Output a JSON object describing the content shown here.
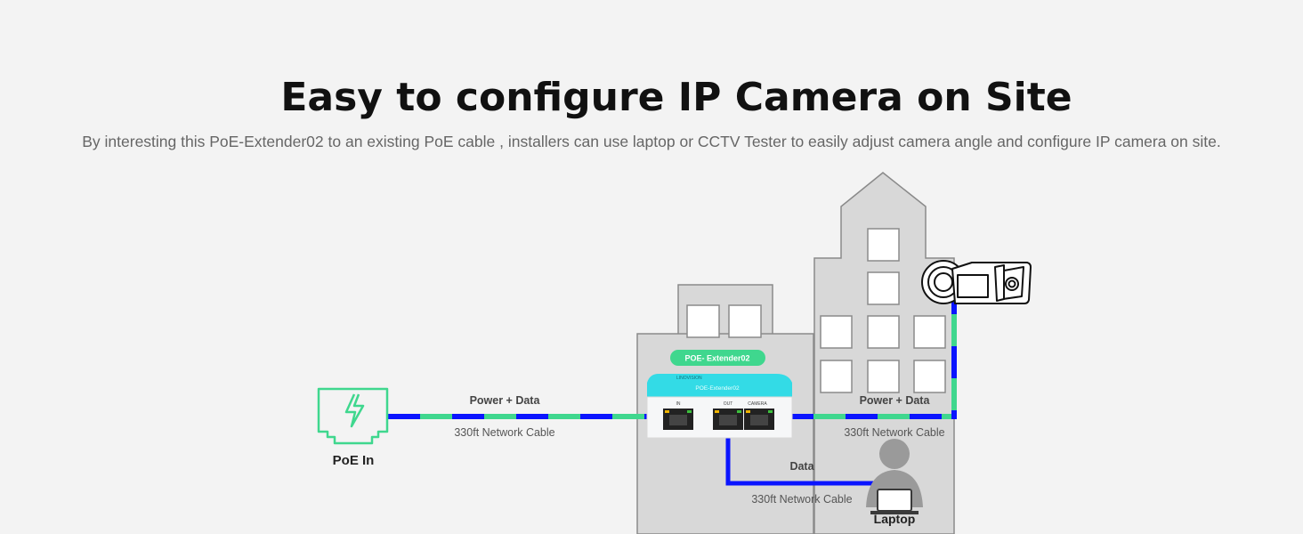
{
  "header": {
    "title": "Easy to configure IP Camera on Site",
    "subtitle": "By interesting this PoE-Extender02 to an existing PoE cable , installers can use laptop or CCTV Tester to easily adjust camera angle and configure IP camera on site."
  },
  "diagram": {
    "poe_in_label": "PoE In",
    "left_cable_top": "Power + Data",
    "left_cable_bottom": "330ft Network Cable",
    "right_cable_top": "Power + Data",
    "right_cable_bottom": "330ft Network Cable",
    "data_cable_top": "Data",
    "data_cable_bottom": "330ft Network Cable",
    "laptop_label": "Laptop",
    "device": {
      "badge": "POE- Extender02",
      "body_label": "POE-Extender02",
      "brand": "LINOVISION",
      "ports": [
        "IN",
        "OUT",
        "CAMERA"
      ]
    },
    "colors": {
      "cable_blue": "#0a14ff",
      "cable_green": "#3fd78e",
      "device_cyan": "#33dbe6",
      "badge_green": "#3fd78e",
      "building_fill": "#d8d8d8",
      "building_stroke": "#8a8a8a"
    }
  }
}
